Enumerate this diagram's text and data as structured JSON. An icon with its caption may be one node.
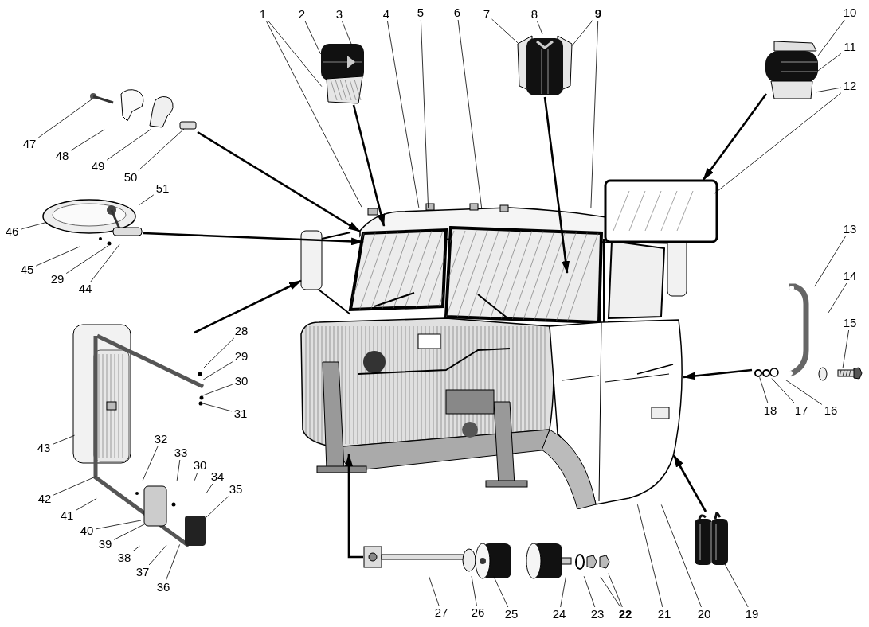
{
  "diagram": {
    "nodes": [
      {
        "text": [
          "1"
        ]
      },
      {
        "text": [
          "2"
        ]
      },
      {
        "text": [
          "3"
        ]
      },
      {
        "text": [
          "4"
        ]
      },
      {
        "text": [
          "5"
        ]
      },
      {
        "text": [
          "6"
        ]
      },
      {
        "text": [
          "7"
        ]
      },
      {
        "text": [
          "8"
        ]
      },
      {
        "text": [
          "9"
        ]
      },
      {
        "text": [
          "10"
        ]
      },
      {
        "text": [
          "11"
        ]
      },
      {
        "text": [
          "12"
        ]
      },
      {
        "text": [
          "13"
        ]
      },
      {
        "text": [
          "14"
        ]
      },
      {
        "text": [
          "15"
        ]
      },
      {
        "text": [
          "16"
        ]
      },
      {
        "text": [
          "17"
        ]
      },
      {
        "text": [
          "18"
        ]
      },
      {
        "text": [
          "19"
        ]
      },
      {
        "text": [
          "20"
        ]
      },
      {
        "text": [
          "21"
        ]
      },
      {
        "text": [
          "22"
        ]
      },
      {
        "text": [
          "23"
        ]
      },
      {
        "text": [
          "24"
        ]
      },
      {
        "text": [
          "25"
        ]
      },
      {
        "text": [
          "26"
        ]
      },
      {
        "text": [
          "27"
        ]
      },
      {
        "text": [
          "28"
        ]
      },
      {
        "text": [
          "29"
        ]
      },
      {
        "text": [
          "30"
        ]
      },
      {
        "text": [
          "31"
        ]
      },
      {
        "text": [
          "32"
        ]
      },
      {
        "text": [
          "33"
        ]
      },
      {
        "text": [
          "30"
        ]
      },
      {
        "text": [
          "34"
        ]
      },
      {
        "text": [
          "35"
        ]
      },
      {
        "text": [
          "36"
        ]
      },
      {
        "text": [
          "37"
        ]
      },
      {
        "text": [
          "38"
        ]
      },
      {
        "text": [
          "39"
        ]
      },
      {
        "text": [
          "40"
        ]
      },
      {
        "text": [
          "41"
        ]
      },
      {
        "text": [
          "42"
        ]
      },
      {
        "text": [
          "43"
        ]
      },
      {
        "text": [
          "44"
        ]
      },
      {
        "text": [
          "45"
        ]
      },
      {
        "text": [
          "46"
        ]
      },
      {
        "text": [
          "29"
        ]
      },
      {
        "text": [
          "47"
        ]
      },
      {
        "text": [
          "48"
        ]
      },
      {
        "text": [
          "49"
        ]
      },
      {
        "text": [
          "50"
        ]
      },
      {
        "text": [
          "51"
        ]
      },
      {
        "text": [],
        "shape": "picture"
      },
      {
        "text": [],
        "shape": "picture"
      },
      {
        "text": [],
        "shape": "picture"
      },
      {
        "text": [],
        "shape": "picture"
      },
      {
        "text": [],
        "shape": "picture"
      },
      {
        "text": [],
        "shape": "picture"
      },
      {
        "text": [],
        "shape": "picture"
      },
      {
        "text": [],
        "shape": "picture"
      },
      {
        "text": [],
        "shape": "picture"
      },
      {
        "text": [],
        "shape": "picture"
      },
      {
        "text": [],
        "shape": "picture"
      },
      {
        "text": [],
        "shape": "picture"
      },
      {
        "text": [],
        "shape": "picture"
      },
      {
        "text": [],
        "shape": "picture"
      }
    ],
    "edges": [
      {
        "from": 0,
        "to": 54,
        "arrow": "none"
      },
      {
        "from": 0,
        "to": 53,
        "arrow": "none"
      },
      {
        "from": 1,
        "to": 54,
        "arrow": "none"
      },
      {
        "from": 2,
        "to": 54,
        "arrow": "none"
      },
      {
        "from": 3,
        "to": 53,
        "arrow": "none"
      },
      {
        "from": 4,
        "to": 53,
        "arrow": "none"
      },
      {
        "from": 5,
        "to": 53,
        "arrow": "none"
      },
      {
        "from": 6,
        "to": 55,
        "arrow": "none"
      },
      {
        "from": 7,
        "to": 55,
        "arrow": "none"
      },
      {
        "from": 8,
        "to": 55,
        "arrow": "none"
      },
      {
        "from": 8,
        "to": 53,
        "arrow": "none"
      },
      {
        "from": 9,
        "to": 56,
        "arrow": "none"
      },
      {
        "from": 10,
        "to": 56,
        "arrow": "none"
      },
      {
        "from": 11,
        "to": 56,
        "arrow": "none"
      },
      {
        "from": 11,
        "to": 57,
        "arrow": "none"
      },
      {
        "from": 12,
        "to": 61,
        "arrow": "none"
      },
      {
        "from": 13,
        "to": 61,
        "arrow": "none"
      },
      {
        "from": 14,
        "to": 65,
        "arrow": "none"
      },
      {
        "from": 15,
        "to": 61,
        "arrow": "none"
      },
      {
        "from": 16,
        "to": 61,
        "arrow": "none"
      },
      {
        "from": 17,
        "to": 61,
        "arrow": "none"
      },
      {
        "from": 18,
        "to": 62,
        "arrow": "none"
      },
      {
        "from": 19,
        "to": 53,
        "arrow": "none"
      },
      {
        "from": 20,
        "to": 53,
        "arrow": "none"
      },
      {
        "from": 21,
        "to": 63,
        "arrow": "none"
      },
      {
        "from": 21,
        "to": 63,
        "arrow": "none"
      },
      {
        "from": 22,
        "to": 63,
        "arrow": "none"
      },
      {
        "from": 23,
        "to": 63,
        "arrow": "none"
      },
      {
        "from": 24,
        "to": 63,
        "arrow": "none"
      },
      {
        "from": 25,
        "to": 63,
        "arrow": "none"
      },
      {
        "from": 26,
        "to": 63,
        "arrow": "none"
      },
      {
        "from": 27,
        "to": 66,
        "arrow": "none"
      },
      {
        "from": 28,
        "to": 66,
        "arrow": "none"
      },
      {
        "from": 29,
        "to": 66,
        "arrow": "none"
      },
      {
        "from": 30,
        "to": 66,
        "arrow": "none"
      },
      {
        "from": 31,
        "to": 64,
        "arrow": "none"
      },
      {
        "from": 32,
        "to": 64,
        "arrow": "none"
      },
      {
        "from": 33,
        "to": 64,
        "arrow": "none"
      },
      {
        "from": 34,
        "to": 64,
        "arrow": "none"
      },
      {
        "from": 35,
        "to": 64,
        "arrow": "none"
      },
      {
        "from": 36,
        "to": 64,
        "arrow": "none"
      },
      {
        "from": 37,
        "to": 64,
        "arrow": "none"
      },
      {
        "from": 38,
        "to": 64,
        "arrow": "none"
      },
      {
        "from": 39,
        "to": 64,
        "arrow": "none"
      },
      {
        "from": 40,
        "to": 64,
        "arrow": "none"
      },
      {
        "from": 41,
        "to": 64,
        "arrow": "none"
      },
      {
        "from": 42,
        "to": 64,
        "arrow": "none"
      },
      {
        "from": 43,
        "to": 60,
        "arrow": "none"
      },
      {
        "from": 44,
        "to": 59,
        "arrow": "none"
      },
      {
        "from": 45,
        "to": 59,
        "arrow": "none"
      },
      {
        "from": 46,
        "to": 59,
        "arrow": "none"
      },
      {
        "from": 47,
        "to": 59,
        "arrow": "none"
      },
      {
        "from": 48,
        "to": 58,
        "arrow": "none"
      },
      {
        "from": 49,
        "to": 58,
        "arrow": "none"
      },
      {
        "from": 50,
        "to": 58,
        "arrow": "none"
      },
      {
        "from": 51,
        "to": 58,
        "arrow": "none"
      },
      {
        "from": 52,
        "to": 59,
        "arrow": "none"
      },
      {
        "from": 58,
        "to": 53,
        "arrow": "to",
        "style": "thick"
      },
      {
        "from": 54,
        "to": 53,
        "arrow": "to",
        "style": "thick"
      },
      {
        "from": 55,
        "to": 53,
        "arrow": "to",
        "style": "thick"
      },
      {
        "from": 56,
        "to": 57,
        "arrow": "to",
        "style": "thick"
      },
      {
        "from": 59,
        "to": 53,
        "arrow": "to",
        "style": "thick"
      },
      {
        "from": 66,
        "to": 53,
        "arrow": "to",
        "style": "thick"
      },
      {
        "from": 61,
        "to": 53,
        "arrow": "to",
        "style": "thick"
      },
      {
        "from": 62,
        "to": 53,
        "arrow": "to",
        "style": "thick"
      },
      {
        "from": 63,
        "to": 53,
        "arrow": "to",
        "style": "thick"
      }
    ]
  }
}
